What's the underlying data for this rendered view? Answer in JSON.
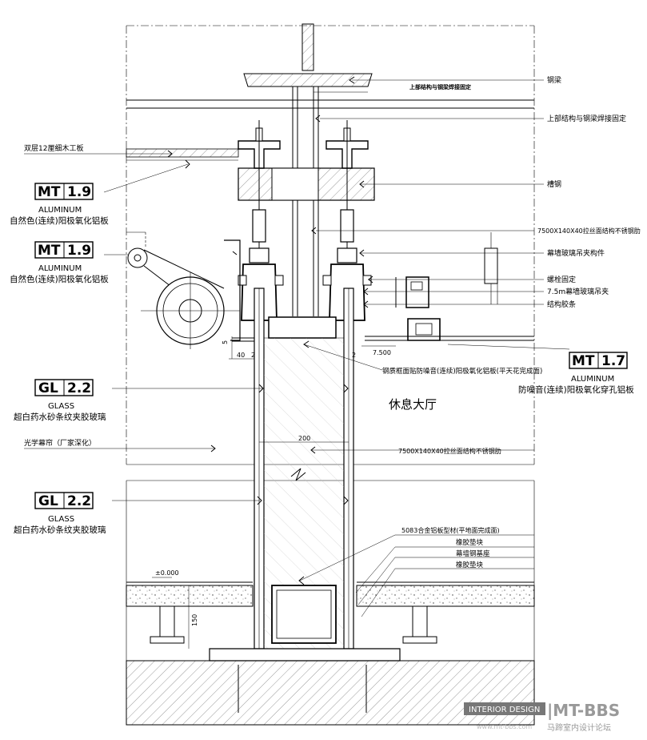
{
  "tags": {
    "mt19_top": {
      "code": "MT",
      "num": "1.9",
      "en": "ALUMINUM",
      "cn": "自然色(连续)阳极氧化铝板"
    },
    "mt19_mid": {
      "code": "MT",
      "num": "1.9",
      "en": "ALUMINUM",
      "cn": "自然色(连续)阳极氧化铝板"
    },
    "mt17": {
      "code": "MT",
      "num": "1.7",
      "en": "ALUMINUM",
      "cn": "防噪音(连续)阳极氧化穿孔铝板"
    },
    "gl22_top": {
      "code": "GL",
      "num": "2.2",
      "en": "GLASS",
      "cn": "超白药水砂条纹夹胶玻璃"
    },
    "gl22_bottom": {
      "code": "GL",
      "num": "2.2",
      "en": "GLASS",
      "cn": "超白药水砂条纹夹胶玻璃"
    }
  },
  "labels": {
    "steel_beam": "钢梁",
    "weld_fix_small": "上部结构与钢梁焊接固定",
    "weld_fix": "上部结构与钢梁焊接固定",
    "double_plywood": "双层12厘细木工板",
    "channel_steel": "槽钢",
    "ss_rib_top": "7500X140X40拉丝面结构不锈钢肋",
    "clamp_member": "幕墙玻璃吊夹构件",
    "bolt_fix": "螺栓固定",
    "glass_clamp": "7.5m幕墙玻璃吊夹",
    "structural_sealant": "结构胶条",
    "steel_frame_panel": "钢质框面贴防噪音(连续)阳极氧化铝板(平天花完成面)",
    "lounge": "休息大厅",
    "optical_curtain": "光学幕帘（厂家深化）",
    "ss_rib_mid": "7500X140X40拉丝面结构不锈钢肋",
    "alloy_profile": "5083合金铝板型材(平地面完成面)",
    "rubber_pad_1": "橡胶垫块",
    "curtain_base": "幕墙钢基座",
    "rubber_pad_2": "橡胶垫块"
  },
  "dimensions": {
    "d5": "5",
    "d40": "40",
    "d2_left": "2",
    "d2_right": "2",
    "d200": "200",
    "d150": "150",
    "level_ceiling": "7.500",
    "level_floor": "±0.000"
  },
  "watermark": {
    "interior_design": "INTERIOR DESIGN",
    "mt_bbs": "|MT-BBS",
    "site_cn": "马蹄室内设计论坛",
    "site_url": "www.mt-bbs.com"
  }
}
